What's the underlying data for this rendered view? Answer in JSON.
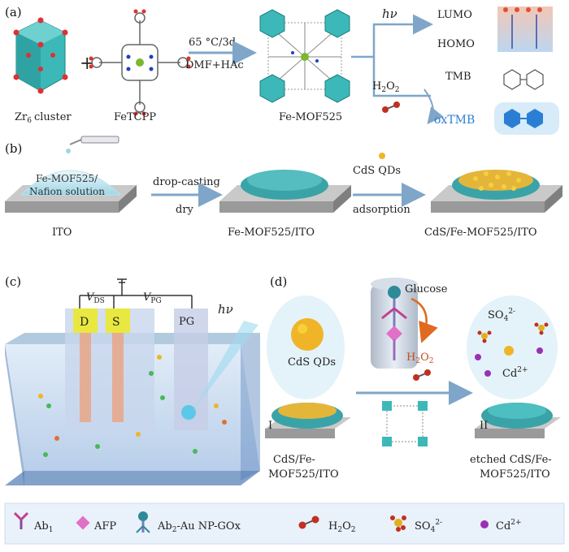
{
  "panels": {
    "a": "(a)",
    "b": "(b)",
    "c": "(c)",
    "d": "(d)"
  },
  "panel_a": {
    "zr6_label": "Zr",
    "zr6_sub": "6",
    "zr6_suffix": "cluster",
    "plus": "+",
    "fetcpp": "FeTCPP",
    "condition_top": "65 °C/3d",
    "condition_bottom": "DMF+HAc",
    "mof": "Fe-MOF525",
    "hv": "hν",
    "lumo": "LUMO",
    "homo": "HOMO",
    "h2o2_main": "H",
    "h2o2_2a": "2",
    "h2o2_o": "O",
    "h2o2_2b": "2",
    "tmb": "TMB",
    "oxtmb": "oxTMB"
  },
  "panel_b": {
    "drop_label_1": "Fe-MOF525/",
    "drop_label_2": "Nafion solution",
    "step1_top": "drop-casting",
    "step1_bottom": "dry",
    "cds_qds": "CdS QDs",
    "step2_bottom": "adsorption",
    "ito": "ITO",
    "fe_ito": "Fe-MOF525/ITO",
    "cds_fe_ito": "CdS/Fe-MOF525/ITO"
  },
  "panel_c": {
    "vds": "V",
    "vds_sub": "DS",
    "vpg": "V",
    "vpg_sub": "PG",
    "d": "D",
    "s": "S",
    "pg": "PG",
    "hv": "hν"
  },
  "panel_d": {
    "glucose": "Glucose",
    "cds_qds": "CdS QDs",
    "h2o2_main": "H",
    "h2o2_2a": "2",
    "h2o2_o": "O",
    "h2o2_2b": "2",
    "so4": "SO",
    "so4_sub": "4",
    "so4_sup": "2-",
    "cd": "Cd",
    "cd_sup": "2+",
    "roman_1": "I",
    "roman_2": "II",
    "left_label_1": "CdS/Fe-",
    "left_label_2": "MOF525/ITO",
    "right_label_1": "etched CdS/Fe-",
    "right_label_2": "MOF525/ITO"
  },
  "legend": {
    "ab1": "Ab",
    "ab1_sub": "1",
    "afp": "AFP",
    "ab2": "Ab",
    "ab2_sub": "2",
    "ab2_suffix": "-Au NP-GOx",
    "h2o2_main": "H",
    "h2o2_2a": "2",
    "h2o2_o": "O",
    "h2o2_2b": "2",
    "so4": "SO",
    "so4_sub": "4",
    "so4_sup": "2-",
    "cd": "Cd",
    "cd_sup": "2+"
  },
  "colors": {
    "teal": "#3cb8b8",
    "arrow": "#7fa6c8",
    "yellow_qd": "#f0b428",
    "purple": "#9b30b4",
    "pink": "#e070c8",
    "oxtmb_blue": "#2a7fd4"
  }
}
